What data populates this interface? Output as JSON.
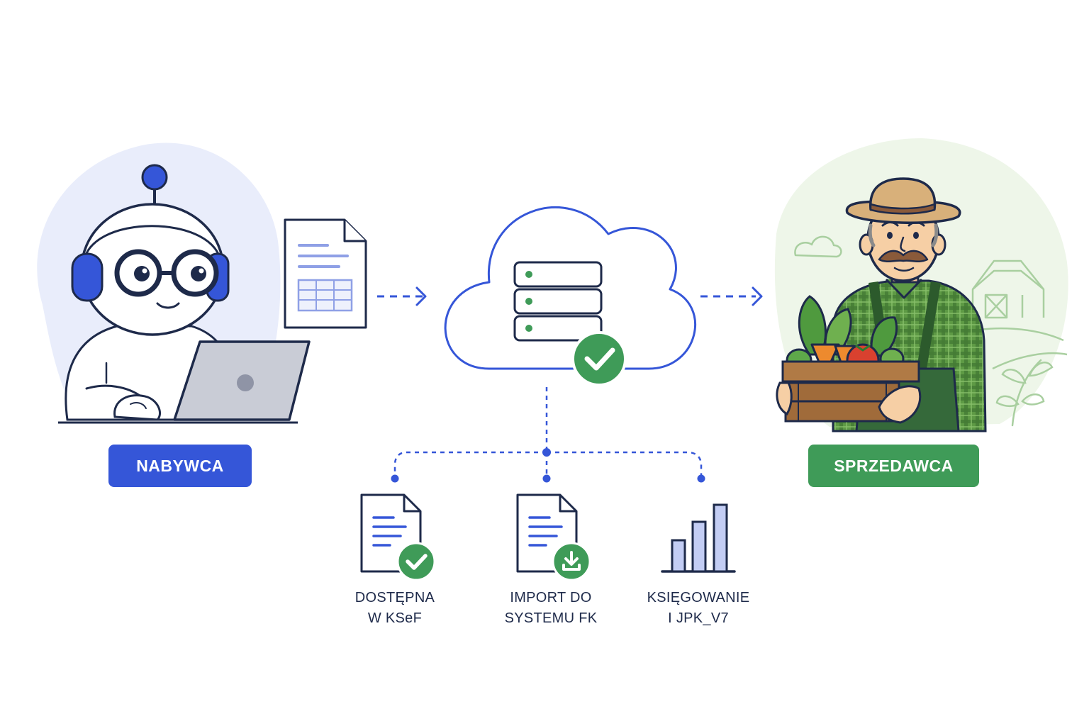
{
  "actors": {
    "buyer": {
      "label": "NABYWCA",
      "color": "#3556d8"
    },
    "seller": {
      "label": "SPRZEDAWCA",
      "color": "#3f9b58"
    }
  },
  "outputs": [
    {
      "line1": "DOSTĘPNA",
      "line2": "W KSeF",
      "icon": "document-check-icon"
    },
    {
      "line1": "IMPORT DO",
      "line2": "SYSTEMU FK",
      "icon": "document-download-icon"
    },
    {
      "line1": "KSIĘGOWANIE",
      "line2": "I JPK_V7",
      "icon": "bar-chart-icon"
    }
  ],
  "colors": {
    "accent_blue": "#3556d8",
    "accent_green": "#3f9b58",
    "outline": "#1e2a4a"
  }
}
